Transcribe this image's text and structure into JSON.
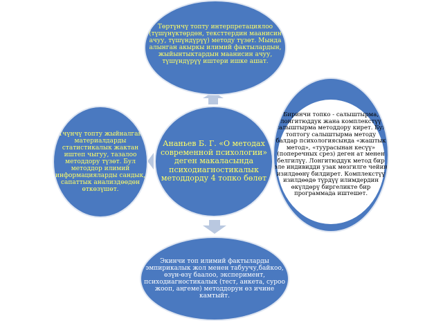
{
  "nodes": {
    "top": "Төртүнчү топту интерпретациялоо (түшүнүктөрдөн, тексттердин маанисин ачуу, түшүндүрүү) методу түзөт. Мында алынган акыркы илимий фактылардын, жыйынтыктардын маанисин ачуу, түшүндүрүү иштери ишке ашат.",
    "left": "Үчүнчү топту жыйналган материалдарды статистикалык жактан иштеп чыгуу, тазалоо методдору түзөт. Бул методдор илимий информацияларды сандык, сапаттык анализдөөдөн өткөзүшөт.",
    "center": "Ананьев Б. Г. «О методах современной психологии» деген макаласында психодиагностикалык методдорду 4 топко бөлөт",
    "right": "Биринчи топко - салыштырма, лонгитюддук жана комплекстүү салыштырма методдору кирет. Бул топтогу салыштырма методу балдар психологиясында «жаштык метод», «туурасынан кесүү» (поперечных срез) деген ат менен белгилүү. Лонгитюддук метод бир эле индивидди узак мөзгилге чейин изилдөөнү билдирет. Комплекстүү изилдөөдө түрдүү илимдердин өкүлдөрү биргеликте бир программада иштешет.",
    "bottom": "Экинчи топ илимий фактыларды эмпирикалык жол менен табуучу,байкоо, өзүн-өзү баалоо, эксперимент, психодиагностикалык (тест, анкета, суроо жооп, аңгеме) методдорун өз ичине камтыйт."
  },
  "colors": {
    "oval_fill": "#4a79c0",
    "oval_border": "#dfe6f2",
    "highlight_text": "#ffff66",
    "arrow": "#b9c8e0"
  }
}
